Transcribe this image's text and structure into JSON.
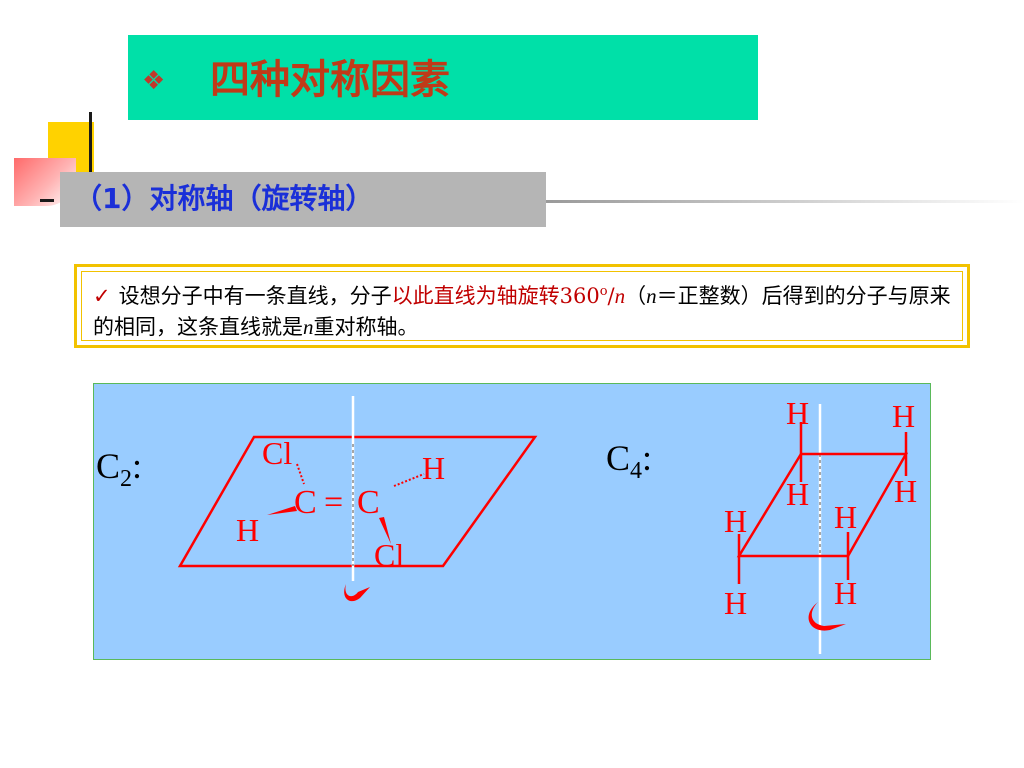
{
  "title": {
    "bullet": "❖",
    "text": "四种对称因素"
  },
  "subtitle": {
    "text": "（1）对称轴（旋转轴）"
  },
  "definition": {
    "check": "✓",
    "part1": "设想分子中有一条直线，分子",
    "highlight": "以此直线为轴旋转360",
    "degree": "o",
    "slash": "/",
    "n1": "n",
    "part2": "（",
    "n2": "n",
    "part3": "＝正整数）后得到的分子与原来的相同，这条直线就是",
    "n3": "n",
    "part4": "重对称轴。"
  },
  "diagrams": {
    "c2": {
      "label": "C",
      "sub": "2",
      "colon": ":",
      "atoms": {
        "cl_top": "Cl",
        "cl_bottom": "Cl",
        "h_right": "H",
        "h_left": "H",
        "c_left": "C",
        "bond": "=",
        "c_right": "C"
      }
    },
    "c4": {
      "label": "C",
      "sub": "4",
      "colon": ":",
      "atoms": {
        "h1": "H",
        "h2": "H",
        "h3": "H",
        "h4": "H",
        "h5": "H",
        "h6": "H",
        "h7": "H",
        "h8": "H"
      }
    },
    "colors": {
      "panel": "#99ccff",
      "molecule": "#ff0000",
      "axis": "#ffffff",
      "arrow": "#ff0000"
    }
  }
}
